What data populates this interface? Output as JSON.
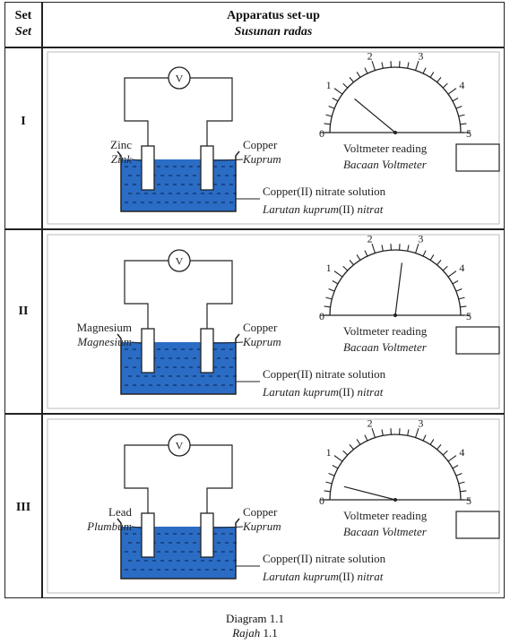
{
  "header": {
    "set": "Set",
    "set_ms": "Set",
    "apparatus": "Apparatus set-up",
    "apparatus_ms": "Susunan radas"
  },
  "sets": [
    {
      "id": "I",
      "left_metal": "Zinc",
      "left_metal_ms": "Zink",
      "right_metal": "Copper",
      "right_metal_ms": "Kuprum",
      "solution": "Copper(II) nitrate solution",
      "solution_ms_a": "Larutan kuprum",
      "solution_ms_b": "(II) nitrat",
      "voltmeter_reading_fraction": 0.22
    },
    {
      "id": "II",
      "left_metal": "Magnesium",
      "left_metal_ms": "Magnesium",
      "right_metal": "Copper",
      "right_metal_ms": "Kuprum",
      "solution": "Copper(II) nitrate solution",
      "solution_ms_a": "Larutan kuprum",
      "solution_ms_b": "(II) nitrat",
      "voltmeter_reading_fraction": 0.54
    },
    {
      "id": "III",
      "left_metal": "Lead",
      "left_metal_ms": "Plumbum",
      "right_metal": "Copper",
      "right_metal_ms": "Kuprum",
      "solution": "Copper(II) nitrate solution",
      "solution_ms_a": "Larutan kuprum",
      "solution_ms_b": "(II) nitrat",
      "voltmeter_reading_fraction": 0.08
    }
  ],
  "meter": {
    "symbol": "V",
    "scale_labels": [
      "0",
      "1",
      "2",
      "3",
      "4",
      "5"
    ],
    "reading_label": "Voltmeter reading",
    "reading_label_ms": "Bacaan Voltmeter",
    "reading_value": ""
  },
  "caption": {
    "title": "Diagram 1.1",
    "title_ms_word": "Rajah",
    "title_ms_num": "1.1"
  },
  "colors": {
    "solution": "#2b6cc4",
    "line": "#222222"
  }
}
